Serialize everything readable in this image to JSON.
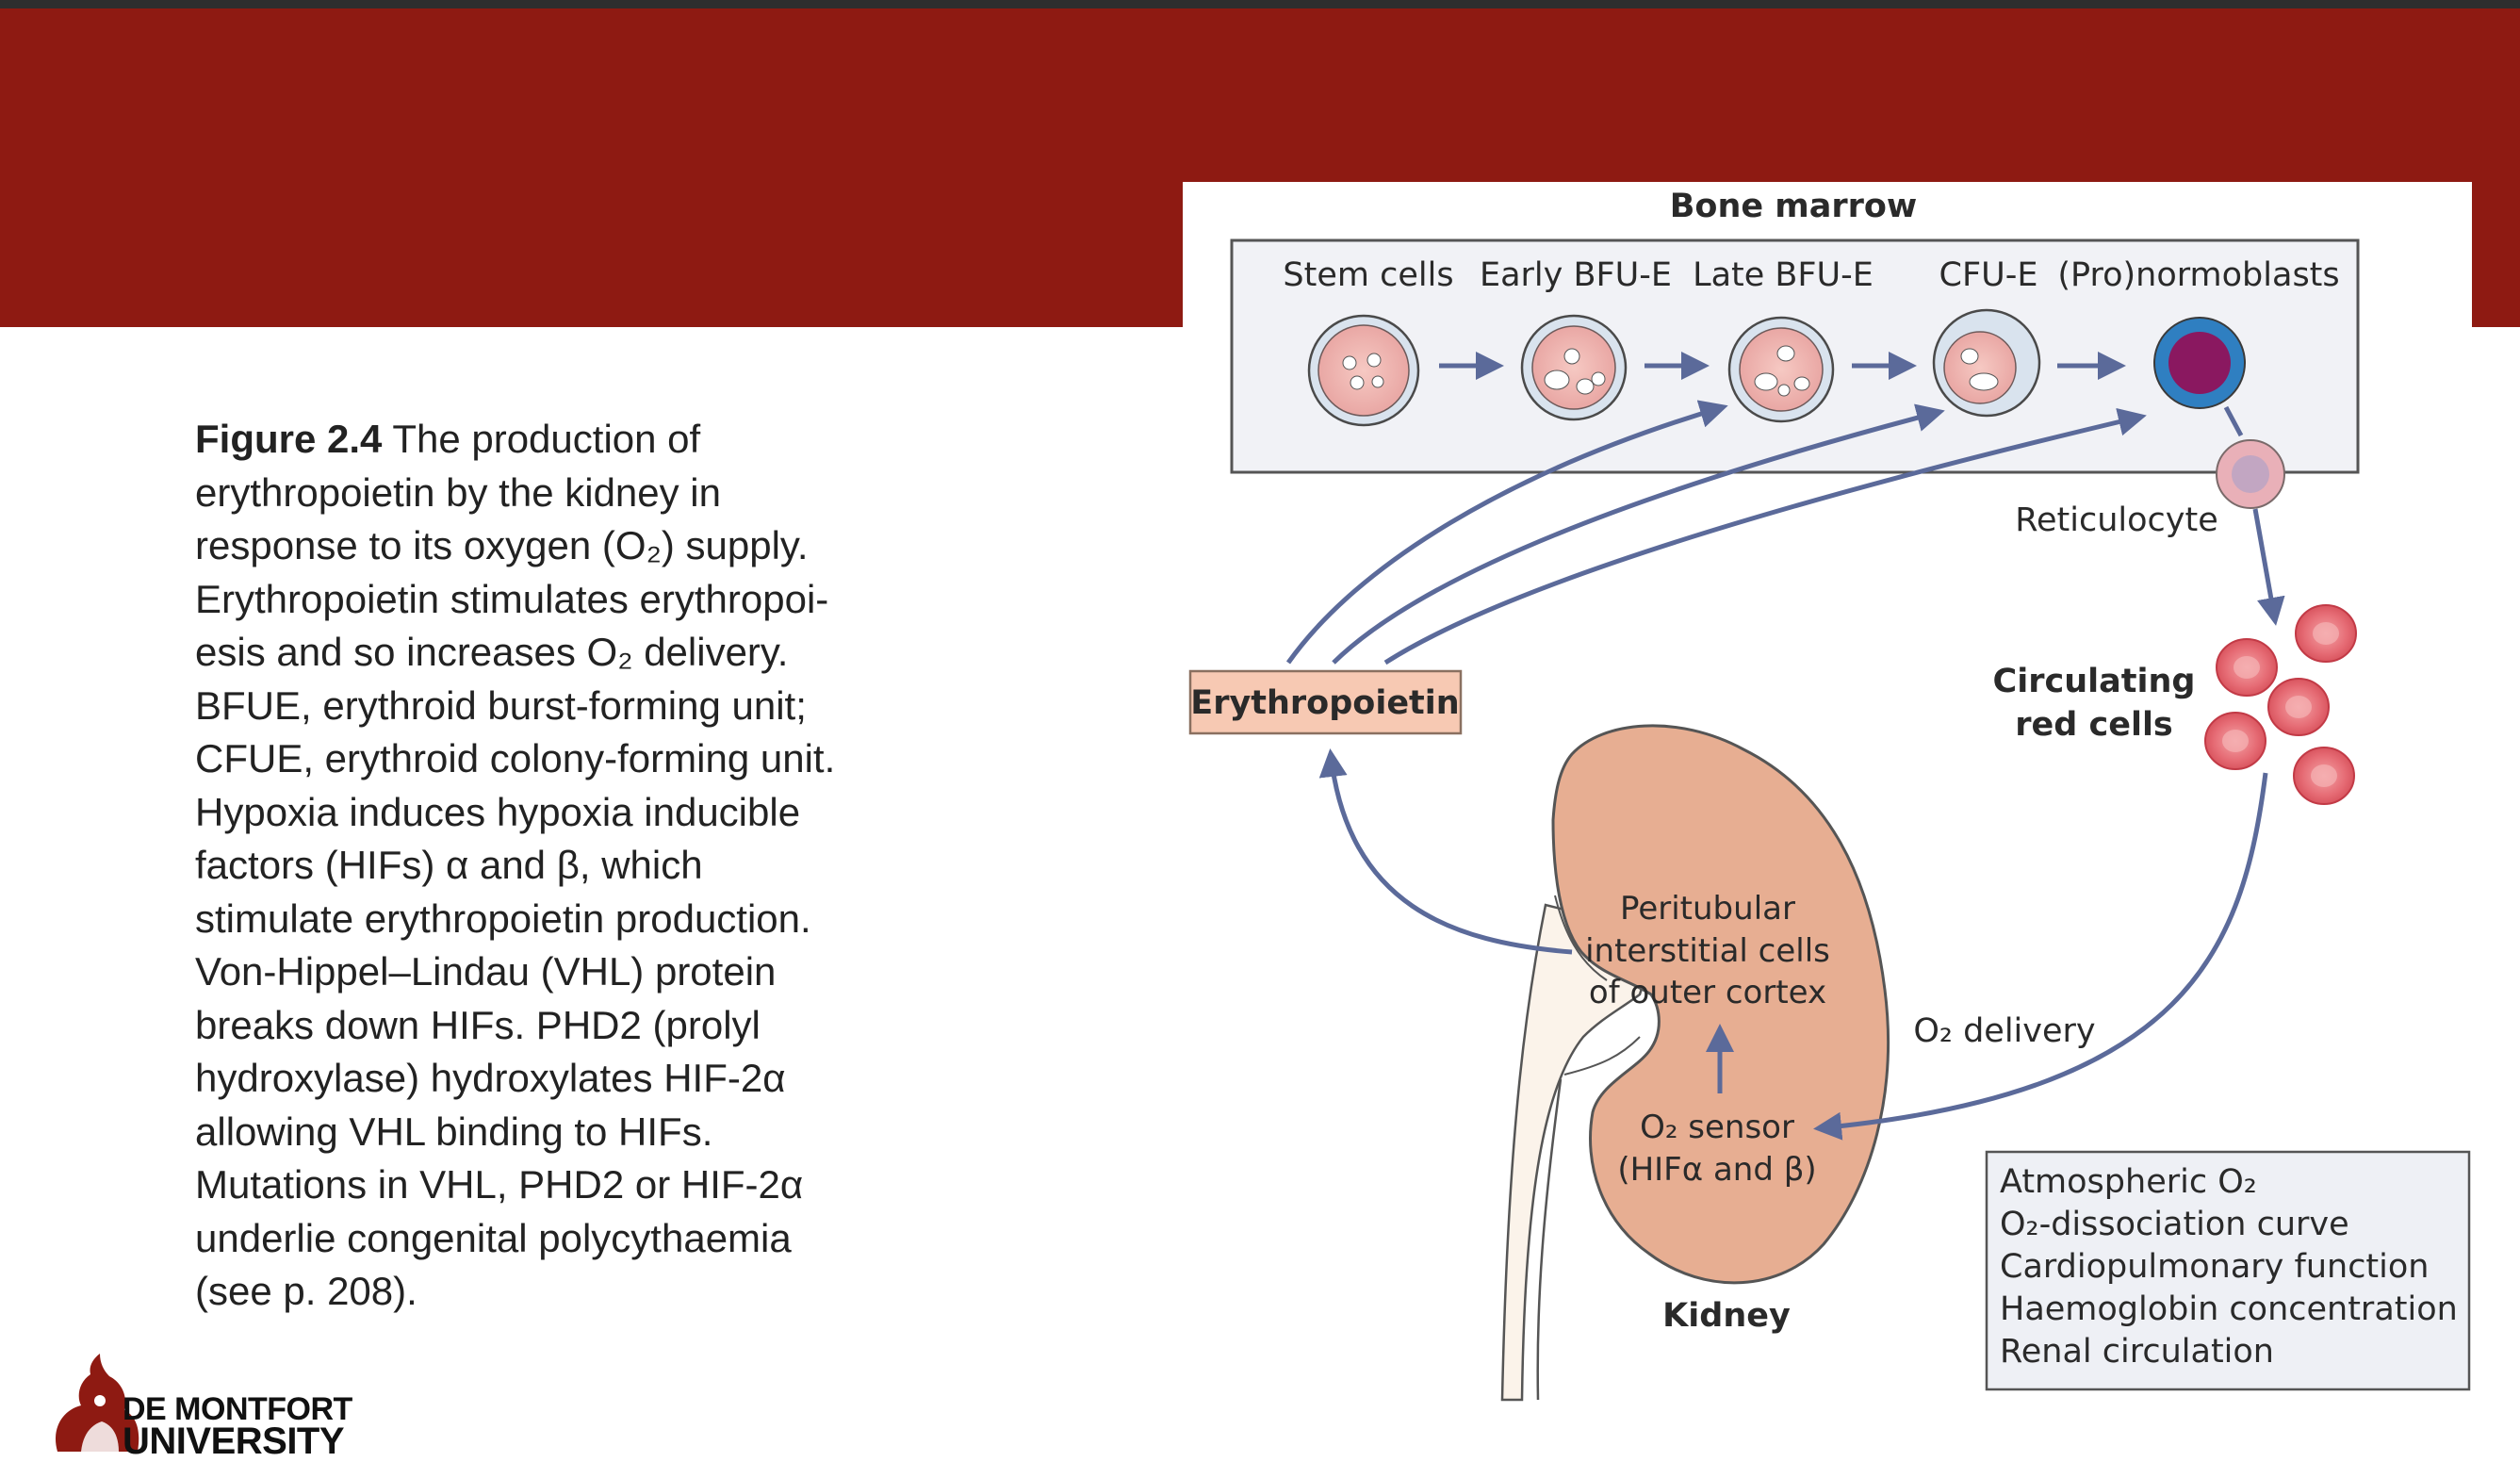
{
  "caption": {
    "label": "Figure 2.4",
    "lines": [
      " The production of",
      "erythropoietin by the kidney in",
      "response to its oxygen (O₂) supply.",
      "Erythropoietin stimulates erythropoi-",
      "esis and so increases O₂ delivery.",
      "BFUE, erythroid burst-forming unit;",
      "CFUE, erythroid colony-forming unit.",
      "Hypoxia induces hypoxia inducible",
      "factors (HIFs) α and β, which",
      "stimulate erythropoietin production.",
      "Von-Hippel–Lindau (VHL) protein",
      "breaks down HIFs. PHD2 (prolyl",
      "hydroxylase) hydroxylates HIF-2α",
      "allowing VHL binding to HIFs.",
      "Mutations in VHL, PHD2 or HIF-2α",
      "underlie congenital polycythaemia",
      "(see p. 208)."
    ]
  },
  "diagram": {
    "bone_marrow_title": "Bone marrow",
    "stages": [
      "Stem cells",
      "Early BFU-E",
      "Late BFU-E",
      "CFU-E",
      "(Pro)normoblasts"
    ],
    "reticulocyte": "Reticulocyte",
    "circulating_line1": "Circulating",
    "circulating_line2": "red cells",
    "erythropoietin": "Erythropoietin",
    "peritubular_line1": "Peritubular",
    "peritubular_line2": "interstitial cells",
    "peritubular_line3": "of outer cortex",
    "o2_delivery": "O₂ delivery",
    "o2_sensor_line1": "O₂ sensor",
    "o2_sensor_line2": "(HIFα and β)",
    "kidney": "Kidney",
    "factors": [
      "Atmospheric O₂",
      "O₂-dissociation curve",
      "Cardiopulmonary function",
      "Haemoglobin concentration",
      "Renal circulation"
    ]
  },
  "logo": {
    "line1": "DE MONTFORT",
    "line2": "UNIVERSITY"
  },
  "colors": {
    "header": "#8e1a12",
    "arrow": "#5b6a9a",
    "kidney": "#e7ae92",
    "epo_box": "#f7c9b3",
    "red_cell": "#e0636c"
  }
}
